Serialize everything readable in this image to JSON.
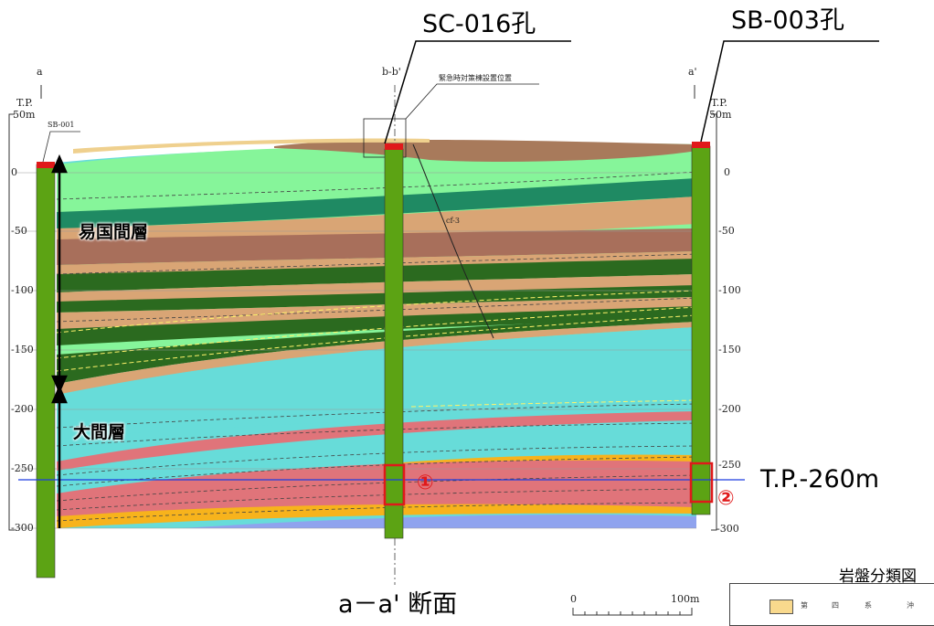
{
  "labels": {
    "hole_sc": "SC-016孔",
    "hole_sb": "SB-003孔",
    "a": "a",
    "bb": "b-b'",
    "a_prime": "a'",
    "tp_left": "T.P.",
    "tp_left_50": "50m",
    "tp_right": "T.P.",
    "tp_right_50": "50m",
    "sb001": "SB-001",
    "emergency": "緊急時対策棟設置位置",
    "fault": "cf-3",
    "layer_upper": "易国間層",
    "layer_lower": "大間層",
    "tp260": "T.P.-260m",
    "circle1": "①",
    "circle2": "②",
    "section_title": "a－a' 断面",
    "scale_0": "0",
    "scale_100": "100m",
    "legend_title": "岩盤分類図",
    "legend_row": [
      "第",
      "四",
      "系",
      "沖"
    ]
  },
  "axis": {
    "left_ticks": [
      "0",
      "-50",
      "-100",
      "-150",
      "-200",
      "-250",
      "-300"
    ],
    "right_ticks": [
      "0",
      "-50",
      "-100",
      "-150",
      "-200",
      "-250",
      "-300"
    ]
  },
  "colors": {
    "light_green": "#86f59a",
    "dark_green": "#1f8a63",
    "olive_green": "#2b6a1f",
    "tan": "#d9a575",
    "brown": "#a86f5b",
    "cyan": "#67dcd9",
    "pink_red": "#e0747a",
    "yellow": "#f7b31c",
    "blue_purple": "#8fa3ee",
    "surface_brown": "#a87a5b",
    "surface_sand": "#efd08e",
    "borehole": "#5ca314",
    "marker_red": "#e0191a",
    "tp_line": "#1c3ce0"
  }
}
